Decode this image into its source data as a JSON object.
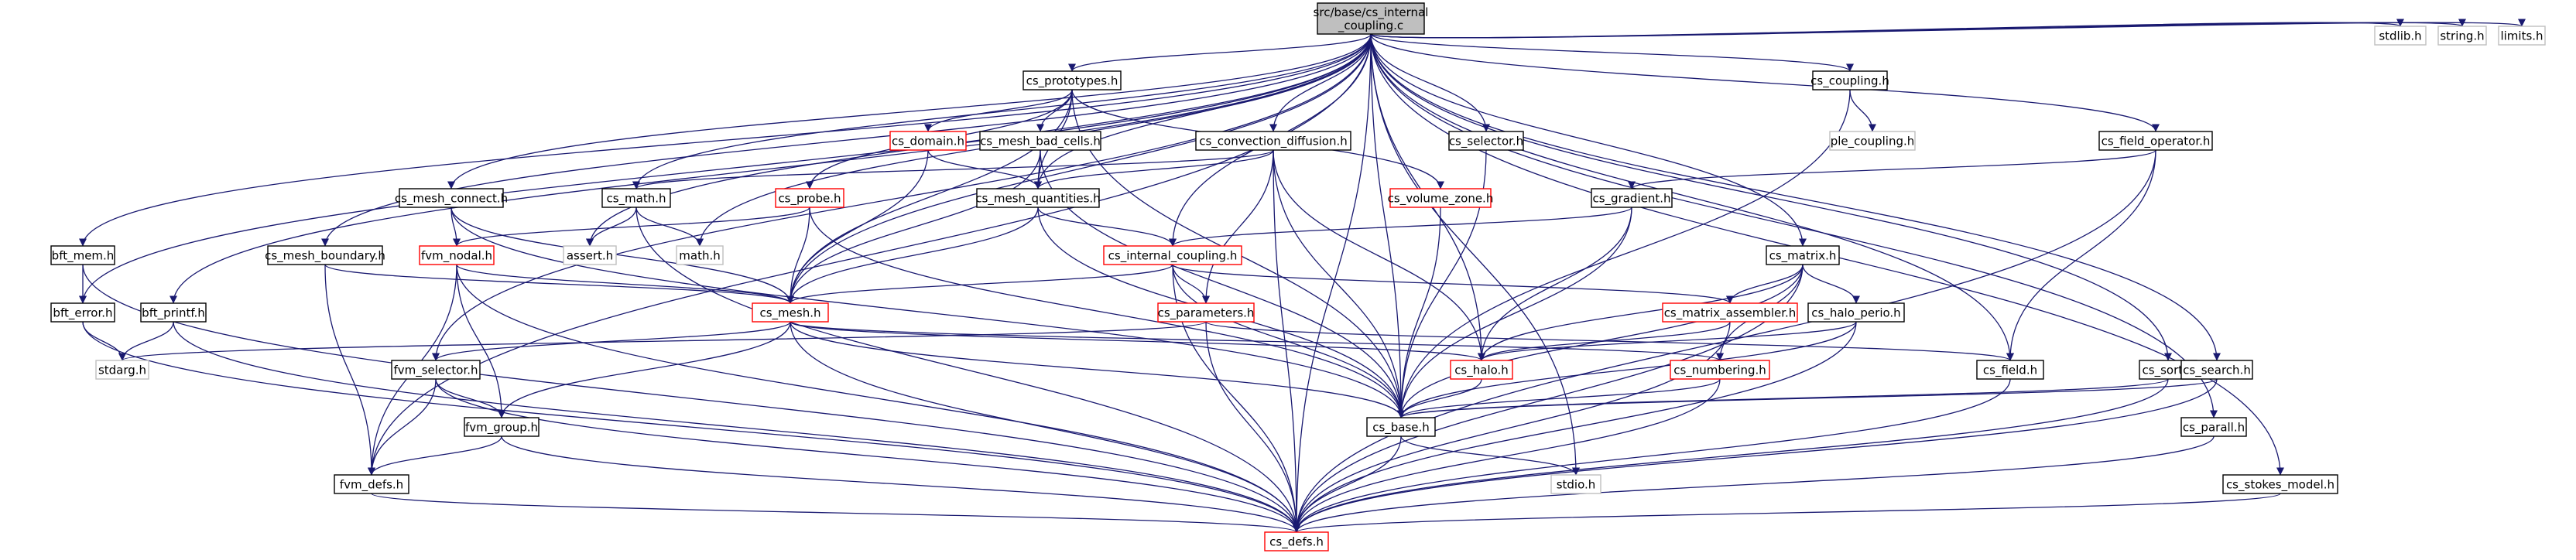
{
  "colors": {
    "edge": "#191970",
    "node_border_default": "#000000",
    "node_border_truncated": "#ff0000",
    "node_border_external": "#bfbfbf",
    "root_fill": "#bfbfbf",
    "text_default": "#000000",
    "text_external": "#000000"
  },
  "nodes": {
    "root": {
      "label": "src/base/cs_internal\n_coupling.c",
      "style": "root"
    },
    "cs_prototypes": {
      "label": "cs_prototypes.h",
      "style": "normal"
    },
    "cs_convection_diffusion": {
      "label": "cs_convection_diffusion.h",
      "style": "normal"
    },
    "cs_selector": {
      "label": "cs_selector.h",
      "style": "normal"
    },
    "cs_coupling": {
      "label": "cs_coupling.h",
      "style": "normal"
    },
    "cs_field_operator": {
      "label": "cs_field_operator.h",
      "style": "normal"
    },
    "stdlib": {
      "label": "stdlib.h",
      "style": "external"
    },
    "string": {
      "label": "string.h",
      "style": "external"
    },
    "limits": {
      "label": "limits.h",
      "style": "external"
    },
    "cs_domain": {
      "label": "cs_domain.h",
      "style": "truncated"
    },
    "cs_mesh_bad_cells": {
      "label": "cs_mesh_bad_cells.h",
      "style": "normal"
    },
    "cs_volume_zone": {
      "label": "cs_volume_zone.h",
      "style": "truncated"
    },
    "ple_coupling": {
      "label": "ple_coupling.h",
      "style": "external"
    },
    "cs_math": {
      "label": "cs_math.h",
      "style": "normal"
    },
    "cs_probe": {
      "label": "cs_probe.h",
      "style": "truncated"
    },
    "cs_mesh_quantities": {
      "label": "cs_mesh_quantities.h",
      "style": "normal"
    },
    "cs_mesh_connect": {
      "label": "cs_mesh_connect.h",
      "style": "normal"
    },
    "cs_gradient": {
      "label": "cs_gradient.h",
      "style": "normal"
    },
    "assert": {
      "label": "assert.h",
      "style": "external"
    },
    "math": {
      "label": "math.h",
      "style": "external"
    },
    "cs_mesh_boundary": {
      "label": "cs_mesh_boundary.h",
      "style": "normal"
    },
    "fvm_nodal": {
      "label": "fvm_nodal.h",
      "style": "truncated"
    },
    "cs_internal_coupling": {
      "label": "cs_internal_coupling.h",
      "style": "truncated"
    },
    "cs_matrix": {
      "label": "cs_matrix.h",
      "style": "normal"
    },
    "bft_mem": {
      "label": "bft_mem.h",
      "style": "normal"
    },
    "bft_error": {
      "label": "bft_error.h",
      "style": "normal"
    },
    "bft_printf": {
      "label": "bft_printf.h",
      "style": "normal"
    },
    "cs_mesh": {
      "label": "cs_mesh.h",
      "style": "truncated"
    },
    "cs_parameters": {
      "label": "cs_parameters.h",
      "style": "truncated"
    },
    "cs_matrix_assembler": {
      "label": "cs_matrix_assembler.h",
      "style": "truncated"
    },
    "cs_halo_perio": {
      "label": "cs_halo_perio.h",
      "style": "normal"
    },
    "stdarg": {
      "label": "stdarg.h",
      "style": "external"
    },
    "fvm_selector": {
      "label": "fvm_selector.h",
      "style": "normal"
    },
    "cs_halo": {
      "label": "cs_halo.h",
      "style": "truncated"
    },
    "cs_numbering": {
      "label": "cs_numbering.h",
      "style": "truncated"
    },
    "cs_field": {
      "label": "cs_field.h",
      "style": "normal"
    },
    "cs_sort": {
      "label": "cs_sort.h",
      "style": "normal"
    },
    "cs_search": {
      "label": "cs_search.h",
      "style": "normal"
    },
    "fvm_group": {
      "label": "fvm_group.h",
      "style": "normal"
    },
    "cs_base": {
      "label": "cs_base.h",
      "style": "normal"
    },
    "cs_parall": {
      "label": "cs_parall.h",
      "style": "normal"
    },
    "fvm_defs": {
      "label": "fvm_defs.h",
      "style": "normal"
    },
    "stdio": {
      "label": "stdio.h",
      "style": "external"
    },
    "cs_stokes_model": {
      "label": "cs_stokes_model.h",
      "style": "normal"
    },
    "cs_defs": {
      "label": "cs_defs.h",
      "style": "truncated"
    }
  },
  "edges": [
    [
      "root",
      "cs_prototypes"
    ],
    [
      "root",
      "cs_convection_diffusion"
    ],
    [
      "root",
      "cs_selector"
    ],
    [
      "root",
      "cs_coupling"
    ],
    [
      "root",
      "cs_field_operator"
    ],
    [
      "root",
      "stdlib"
    ],
    [
      "root",
      "string"
    ],
    [
      "root",
      "limits"
    ],
    [
      "root",
      "bft_mem"
    ],
    [
      "root",
      "bft_error"
    ],
    [
      "root",
      "bft_printf"
    ],
    [
      "root",
      "fvm_defs"
    ],
    [
      "root",
      "fvm_selector"
    ],
    [
      "root",
      "cs_mesh_boundary"
    ],
    [
      "root",
      "cs_mesh_connect"
    ],
    [
      "root",
      "cs_math"
    ],
    [
      "root",
      "assert"
    ],
    [
      "root",
      "math"
    ],
    [
      "root",
      "cs_mesh_quantities"
    ],
    [
      "root",
      "cs_internal_coupling"
    ],
    [
      "root",
      "cs_matrix"
    ],
    [
      "root",
      "cs_halo"
    ],
    [
      "root",
      "cs_field"
    ],
    [
      "root",
      "cs_sort"
    ],
    [
      "root",
      "cs_search"
    ],
    [
      "root",
      "cs_parall"
    ],
    [
      "root",
      "cs_stokes_model"
    ],
    [
      "root",
      "cs_defs"
    ],
    [
      "root",
      "stdio"
    ],
    [
      "root",
      "cs_mesh"
    ],
    [
      "root",
      "cs_base"
    ],
    [
      "cs_prototypes",
      "cs_domain"
    ],
    [
      "cs_prototypes",
      "cs_mesh_bad_cells"
    ],
    [
      "cs_prototypes",
      "cs_volume_zone"
    ],
    [
      "cs_prototypes",
      "cs_probe"
    ],
    [
      "cs_prototypes",
      "cs_mesh"
    ],
    [
      "cs_prototypes",
      "cs_mesh_quantities"
    ],
    [
      "cs_prototypes",
      "cs_base"
    ],
    [
      "cs_domain",
      "cs_mesh_quantities"
    ],
    [
      "cs_domain",
      "cs_mesh"
    ],
    [
      "cs_mesh_bad_cells",
      "cs_mesh_quantities"
    ],
    [
      "cs_mesh_bad_cells",
      "cs_mesh"
    ],
    [
      "cs_mesh_bad_cells",
      "cs_base"
    ],
    [
      "cs_volume_zone",
      "cs_base"
    ],
    [
      "cs_convection_diffusion",
      "cs_math"
    ],
    [
      "cs_convection_diffusion",
      "cs_mesh_quantities"
    ],
    [
      "cs_convection_diffusion",
      "cs_parameters"
    ],
    [
      "cs_convection_diffusion",
      "cs_halo"
    ],
    [
      "cs_convection_diffusion",
      "cs_base"
    ],
    [
      "cs_convection_diffusion",
      "cs_defs"
    ],
    [
      "cs_selector",
      "cs_base"
    ],
    [
      "cs_coupling",
      "ple_coupling"
    ],
    [
      "cs_coupling",
      "cs_base"
    ],
    [
      "cs_field_operator",
      "cs_gradient"
    ],
    [
      "cs_field_operator",
      "cs_field"
    ],
    [
      "cs_field_operator",
      "cs_defs"
    ],
    [
      "cs_math",
      "assert"
    ],
    [
      "cs_math",
      "math"
    ],
    [
      "cs_math",
      "cs_defs"
    ],
    [
      "cs_probe",
      "fvm_nodal"
    ],
    [
      "cs_probe",
      "cs_mesh"
    ],
    [
      "cs_probe",
      "cs_base"
    ],
    [
      "cs_mesh_quantities",
      "cs_internal_coupling"
    ],
    [
      "cs_mesh_quantities",
      "cs_mesh"
    ],
    [
      "cs_mesh_quantities",
      "cs_base"
    ],
    [
      "cs_mesh_connect",
      "fvm_nodal"
    ],
    [
      "cs_mesh_connect",
      "cs_mesh"
    ],
    [
      "cs_mesh_connect",
      "cs_base"
    ],
    [
      "cs_gradient",
      "cs_internal_coupling"
    ],
    [
      "cs_gradient",
      "cs_halo"
    ],
    [
      "cs_gradient",
      "cs_base"
    ],
    [
      "cs_mesh_boundary",
      "cs_mesh"
    ],
    [
      "cs_mesh_boundary",
      "fvm_defs"
    ],
    [
      "fvm_nodal",
      "cs_mesh"
    ],
    [
      "fvm_nodal",
      "fvm_group"
    ],
    [
      "fvm_nodal",
      "fvm_defs"
    ],
    [
      "fvm_nodal",
      "cs_defs"
    ],
    [
      "cs_internal_coupling",
      "cs_mesh"
    ],
    [
      "cs_internal_coupling",
      "cs_parameters"
    ],
    [
      "cs_internal_coupling",
      "cs_matrix_assembler"
    ],
    [
      "cs_internal_coupling",
      "cs_base"
    ],
    [
      "cs_internal_coupling",
      "cs_defs"
    ],
    [
      "cs_matrix",
      "cs_matrix_assembler"
    ],
    [
      "cs_matrix",
      "cs_halo_perio"
    ],
    [
      "cs_matrix",
      "cs_halo"
    ],
    [
      "cs_matrix",
      "cs_numbering"
    ],
    [
      "cs_matrix",
      "cs_base"
    ],
    [
      "cs_matrix",
      "cs_defs"
    ],
    [
      "bft_mem",
      "bft_error"
    ],
    [
      "bft_mem",
      "cs_defs"
    ],
    [
      "bft_error",
      "stdarg"
    ],
    [
      "bft_error",
      "cs_defs"
    ],
    [
      "bft_printf",
      "stdarg"
    ],
    [
      "bft_printf",
      "cs_defs"
    ],
    [
      "cs_mesh",
      "fvm_selector"
    ],
    [
      "cs_mesh",
      "fvm_group"
    ],
    [
      "cs_mesh",
      "cs_halo"
    ],
    [
      "cs_mesh",
      "cs_numbering"
    ],
    [
      "cs_mesh",
      "cs_base"
    ],
    [
      "cs_mesh",
      "cs_defs"
    ],
    [
      "cs_parameters",
      "stdarg"
    ],
    [
      "cs_parameters",
      "cs_field"
    ],
    [
      "cs_parameters",
      "cs_defs"
    ],
    [
      "cs_matrix_assembler",
      "cs_halo"
    ],
    [
      "cs_matrix_assembler",
      "cs_defs"
    ],
    [
      "cs_halo_perio",
      "cs_halo"
    ],
    [
      "cs_halo_perio",
      "cs_base"
    ],
    [
      "cs_halo_perio",
      "cs_defs"
    ],
    [
      "fvm_selector",
      "fvm_group"
    ],
    [
      "fvm_selector",
      "fvm_defs"
    ],
    [
      "fvm_selector",
      "cs_defs"
    ],
    [
      "cs_halo",
      "cs_base"
    ],
    [
      "cs_numbering",
      "cs_base"
    ],
    [
      "cs_numbering",
      "cs_defs"
    ],
    [
      "cs_field",
      "cs_defs"
    ],
    [
      "cs_sort",
      "cs_base"
    ],
    [
      "cs_sort",
      "cs_defs"
    ],
    [
      "cs_search",
      "cs_base"
    ],
    [
      "cs_search",
      "cs_defs"
    ],
    [
      "fvm_group",
      "fvm_defs"
    ],
    [
      "fvm_group",
      "cs_defs"
    ],
    [
      "fvm_defs",
      "cs_defs"
    ],
    [
      "cs_base",
      "stdio"
    ],
    [
      "cs_base",
      "cs_defs"
    ],
    [
      "cs_parall",
      "cs_defs"
    ],
    [
      "cs_stokes_model",
      "cs_defs"
    ]
  ]
}
